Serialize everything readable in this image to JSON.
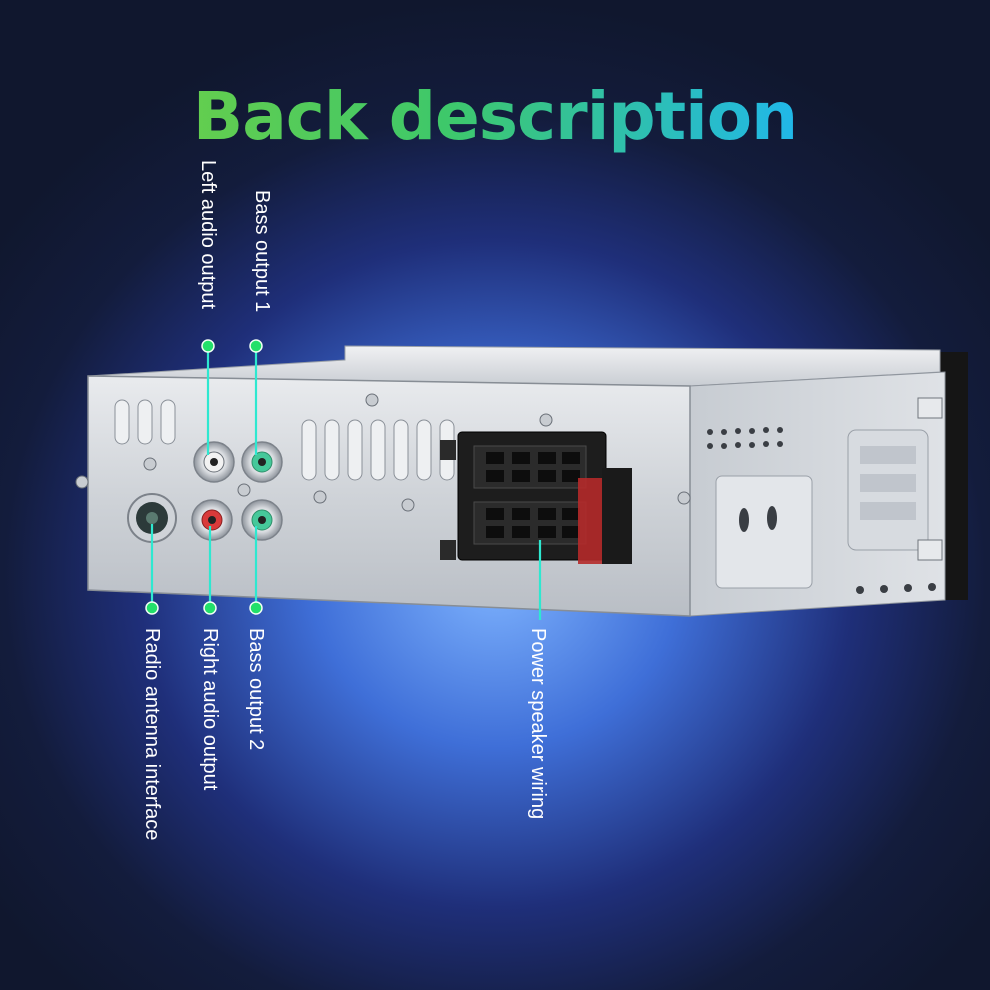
{
  "title": "Back description",
  "labels": {
    "left_audio_output": "Left audio output",
    "bass_output_1": "Bass output 1",
    "radio_antenna_interface": "Radio antenna interface",
    "right_audio_output": "Right audio output",
    "bass_output_2": "Bass output 2",
    "power_speaker_wiring": "Power speaker wiring"
  },
  "colors": {
    "title_green": "#7fd23a",
    "title_cyan": "#1fb6f0",
    "callout_line": "#2ee8d0",
    "callout_dot": "#22e06a",
    "chassis": "#d4d7dc"
  }
}
